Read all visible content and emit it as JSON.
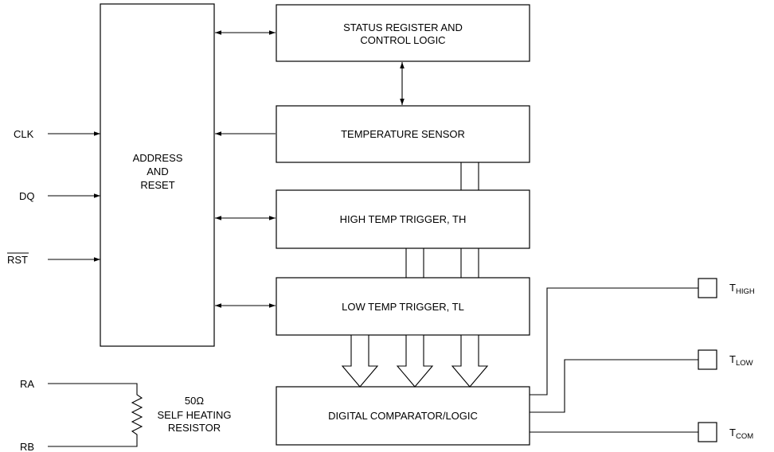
{
  "diagram": {
    "blocks": {
      "address": [
        "ADDRESS",
        "AND",
        "RESET"
      ],
      "status": [
        "STATUS REGISTER AND",
        "CONTROL LOGIC"
      ],
      "sensor": "TEMPERATURE SENSOR",
      "high_trigger": "HIGH TEMP TRIGGER, TH",
      "low_trigger": "LOW TEMP TRIGGER, TL",
      "comparator": "DIGITAL COMPARATOR/LOGIC"
    },
    "inputs": {
      "clk": "CLK",
      "dq": "DQ",
      "rst": "RST"
    },
    "resistor": {
      "ra": "RA",
      "rb": "RB",
      "value": "50Ω",
      "label": [
        "SELF HEATING",
        "RESISTOR"
      ]
    },
    "outputs": {
      "thigh": {
        "base": "T",
        "sub": "HIGH"
      },
      "tlow": {
        "base": "T",
        "sub": "LOW"
      },
      "tcom": {
        "base": "T",
        "sub": "COM"
      }
    }
  }
}
